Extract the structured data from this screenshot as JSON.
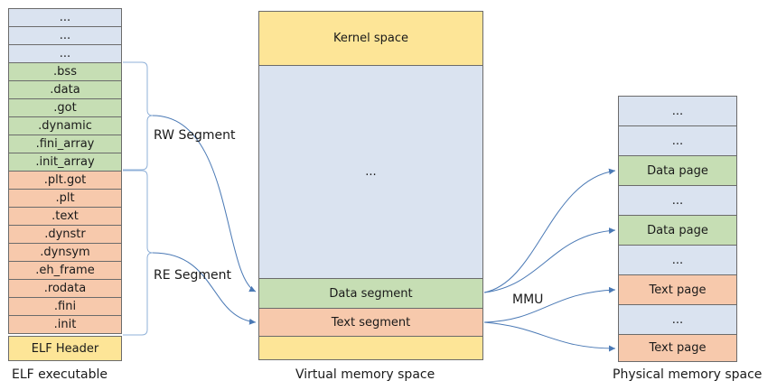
{
  "elf": {
    "caption": "ELF executable",
    "header": "ELF Header",
    "sections": [
      {
        "label": "...",
        "kind": "gray"
      },
      {
        "label": "...",
        "kind": "gray"
      },
      {
        "label": "...",
        "kind": "gray"
      },
      {
        "label": ".bss",
        "kind": "green"
      },
      {
        "label": ".data",
        "kind": "green"
      },
      {
        "label": ".got",
        "kind": "green"
      },
      {
        "label": ".dynamic",
        "kind": "green"
      },
      {
        "label": ".fini_array",
        "kind": "green"
      },
      {
        "label": ".init_array",
        "kind": "green"
      },
      {
        "label": ".plt.got",
        "kind": "orange"
      },
      {
        "label": ".plt",
        "kind": "orange"
      },
      {
        "label": ".text",
        "kind": "orange"
      },
      {
        "label": ".dynstr",
        "kind": "orange"
      },
      {
        "label": ".dynsym",
        "kind": "orange"
      },
      {
        "label": ".eh_frame",
        "kind": "orange"
      },
      {
        "label": ".rodata",
        "kind": "orange"
      },
      {
        "label": ".fini",
        "kind": "orange"
      },
      {
        "label": ".init",
        "kind": "orange"
      }
    ],
    "rw_segment_label": "RW Segment",
    "re_segment_label": "RE Segment"
  },
  "virtual": {
    "caption": "Virtual memory space",
    "kernel": "Kernel space",
    "middle": "...",
    "data_segment": "Data segment",
    "text_segment": "Text segment"
  },
  "physical": {
    "caption": "Physical memory space",
    "pages": [
      {
        "label": "...",
        "kind": "gray"
      },
      {
        "label": "...",
        "kind": "gray"
      },
      {
        "label": "Data page",
        "kind": "green"
      },
      {
        "label": "...",
        "kind": "gray"
      },
      {
        "label": "Data page",
        "kind": "green"
      },
      {
        "label": "...",
        "kind": "gray"
      },
      {
        "label": "Text page",
        "kind": "orange"
      },
      {
        "label": "...",
        "kind": "gray"
      },
      {
        "label": "Text page",
        "kind": "orange"
      }
    ]
  },
  "mmu_label": "MMU",
  "colors": {
    "gray": "#dae3f0",
    "green": "#c6deb4",
    "orange": "#f7c9ac",
    "yellow": "#fde597",
    "arrow": "#4a79b5",
    "brace": "#8fb0d8"
  }
}
